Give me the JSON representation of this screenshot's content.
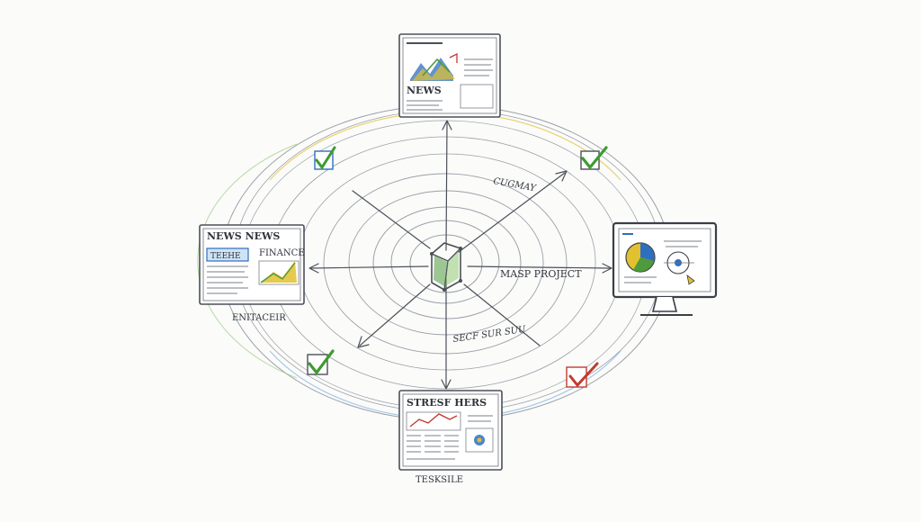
{
  "diagram": {
    "center_label": "MASP PROJECT",
    "upper_label": "CUGMAY",
    "lower_label": "SECF SUR SUU",
    "nodes": {
      "top": {
        "title": "NEWS"
      },
      "left": {
        "title": "NEWS NEWS",
        "badge": "TEEHE",
        "subtitle": "FINANCE",
        "caption": "ENITACEIR"
      },
      "right": {
        "title": ""
      },
      "bottom": {
        "title": "STRESF HERS",
        "caption": "TESKSILE"
      }
    },
    "checkmarks": [
      {
        "id": "check-upper-left",
        "color": "#3e9b2f"
      },
      {
        "id": "check-upper-right",
        "color": "#3e9b2f"
      },
      {
        "id": "check-lower-left",
        "color": "#3e9b2f"
      },
      {
        "id": "check-lower-right",
        "color": "#c23a2e"
      }
    ],
    "colors": {
      "ink": "#4b4f57",
      "chart_blue": "#2f6fbf",
      "chart_yellow": "#e2c12f",
      "chart_green": "#4e9a3c",
      "check_green": "#3e9b2f",
      "check_red": "#c23a2e"
    }
  }
}
